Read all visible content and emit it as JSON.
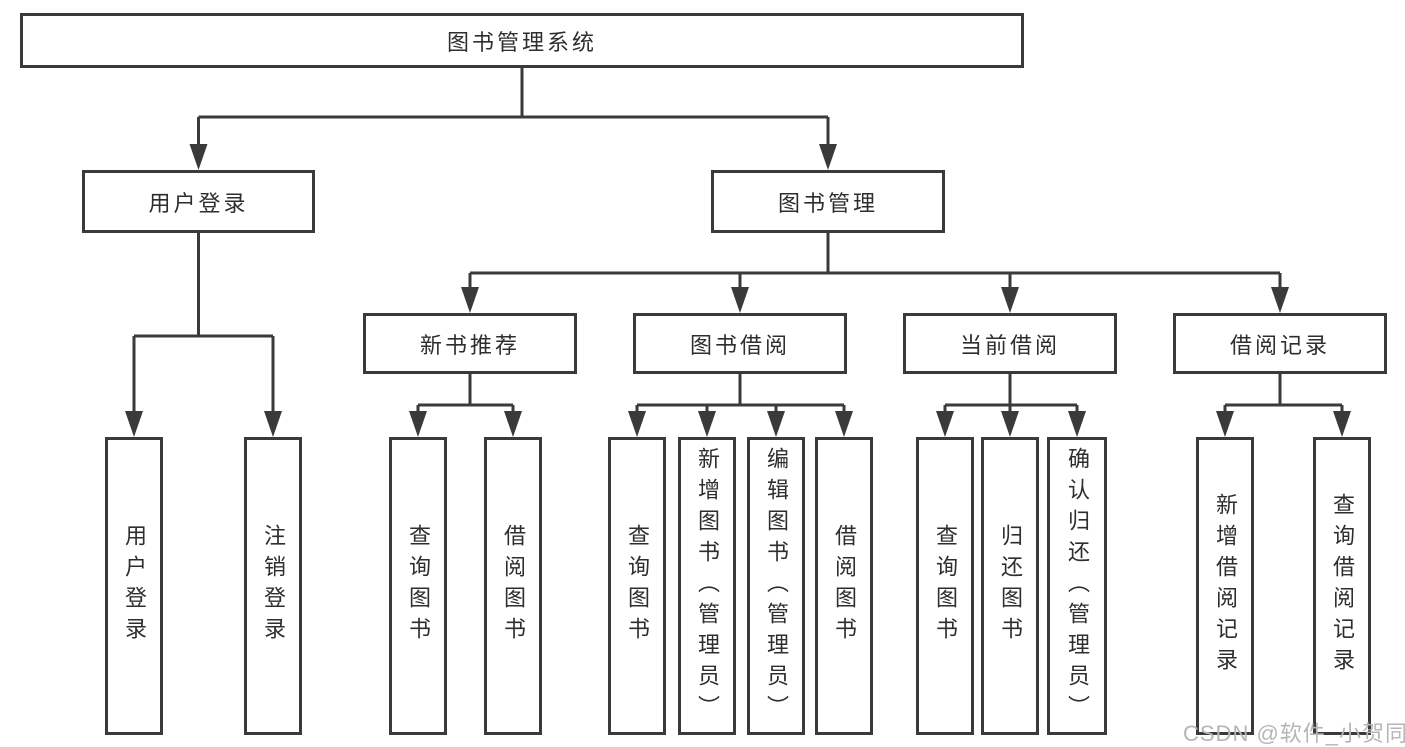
{
  "colors": {
    "line": "#3a3a3a",
    "text": "#2e2e2e",
    "watermark": "#b6b6b6"
  },
  "tree": {
    "label": "图书管理系统",
    "children": [
      {
        "label": "用户登录",
        "children": [
          {
            "label": "用户登录"
          },
          {
            "label": "注销登录"
          }
        ]
      },
      {
        "label": "图书管理",
        "children": [
          {
            "label": "新书推荐",
            "children": [
              {
                "label": "查询图书"
              },
              {
                "label": "借阅图书"
              }
            ]
          },
          {
            "label": "图书借阅",
            "children": [
              {
                "label": "查询图书"
              },
              {
                "label": "新增图书（管理员）"
              },
              {
                "label": "编辑图书（管理员）"
              },
              {
                "label": "借阅图书"
              }
            ]
          },
          {
            "label": "当前借阅",
            "children": [
              {
                "label": "查询图书"
              },
              {
                "label": "归还图书"
              },
              {
                "label": "确认归还（管理员）"
              }
            ]
          },
          {
            "label": "借阅记录",
            "children": [
              {
                "label": "新增借阅记录"
              },
              {
                "label": "查询借阅记录"
              }
            ]
          }
        ]
      }
    ]
  },
  "watermark": {
    "text": "CSDN @软件_小贺同学"
  }
}
